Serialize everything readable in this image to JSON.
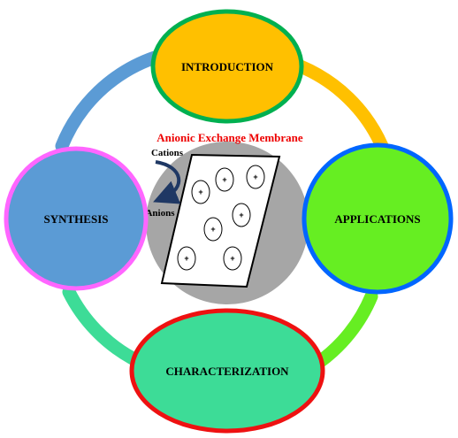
{
  "nodes": {
    "introduction": {
      "label": "INTRODUCTION",
      "fill": "#FFC000",
      "border": "#00B050"
    },
    "applications": {
      "label": "APPLICATIONS",
      "fill": "#66EE22",
      "border": "#0066FF"
    },
    "characterization": {
      "label": "CHARACTERIZATION",
      "fill": "#3DDC97",
      "border": "#EE1111"
    },
    "synthesis": {
      "label": "SYNTHESIS",
      "fill": "#5B9BD5",
      "border": "#FF66FF"
    }
  },
  "ring_colors": {
    "top_left": "#5B9BD5",
    "top_right": "#FFC000",
    "bottom_right": "#66EE22",
    "bottom_left": "#3DDC97"
  },
  "center": {
    "title": "Anionic Exchange Membrane",
    "title_color": "#EE0000",
    "cations_label": "Cations",
    "anions_label": "Anions",
    "charge_symbol": "+",
    "disk_color": "#A6A6A6",
    "arrow_color": "#1F3864"
  }
}
